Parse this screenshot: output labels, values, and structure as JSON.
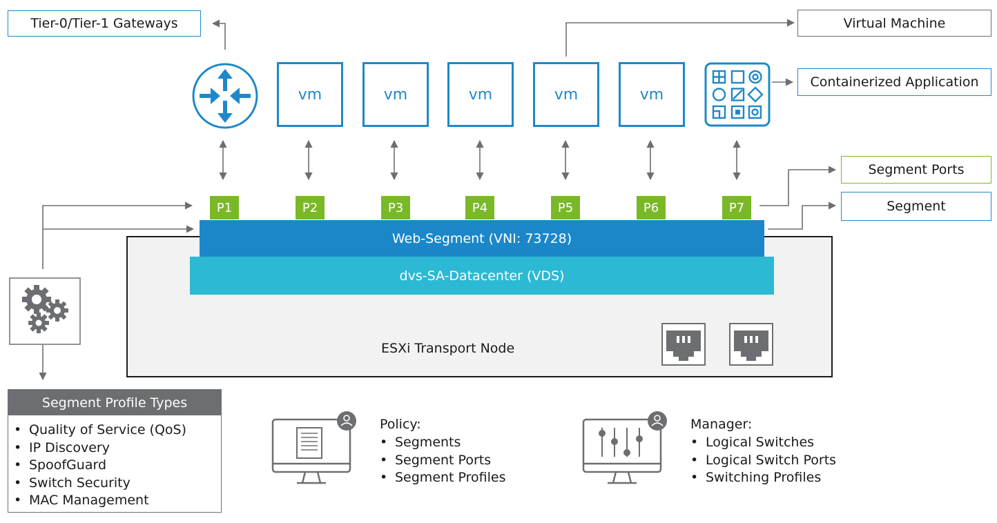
{
  "labels": {
    "gateways": "Tier-0/Tier-1 Gateways",
    "virtual_machine": "Virtual Machine",
    "containerized_app": "Containerized Application",
    "segment_ports": "Segment Ports",
    "segment": "Segment"
  },
  "vms": [
    "vm",
    "vm",
    "vm",
    "vm",
    "vm"
  ],
  "ports": [
    "P1",
    "P2",
    "P3",
    "P4",
    "P5",
    "P6",
    "P7"
  ],
  "web_segment": "Web-Segment (VNI: 73728)",
  "vds": "dvs-SA-Datacenter (VDS)",
  "transport_node": "ESXi Transport Node",
  "profile_types": {
    "title": "Segment Profile Types",
    "items": [
      "Quality of Service (QoS)",
      "IP Discovery",
      "SpoofGuard",
      "Switch Security",
      "MAC Management"
    ]
  },
  "policy": {
    "title": "Policy:",
    "items": [
      "Segments",
      "Segment Ports",
      "Segment Profiles"
    ]
  },
  "manager": {
    "title": "Manager:",
    "items": [
      "Logical Switches",
      "Logical Switch Ports",
      "Switching Profiles"
    ]
  },
  "icons": {
    "router": "router-icon",
    "container": "container-app-icon",
    "gears": "gears-icon",
    "nic": "network-port-icon",
    "policy_monitor": "policy-monitor-icon",
    "manager_monitor": "manager-monitor-icon",
    "user": "user-icon"
  },
  "colors": {
    "vm_blue": "#1e88c8",
    "port_green": "#7ab828",
    "web_segment": "#1b87c9",
    "vds": "#2cb9d3",
    "gray_fill": "#f2f2f2",
    "profile_header": "#6d6e71"
  }
}
